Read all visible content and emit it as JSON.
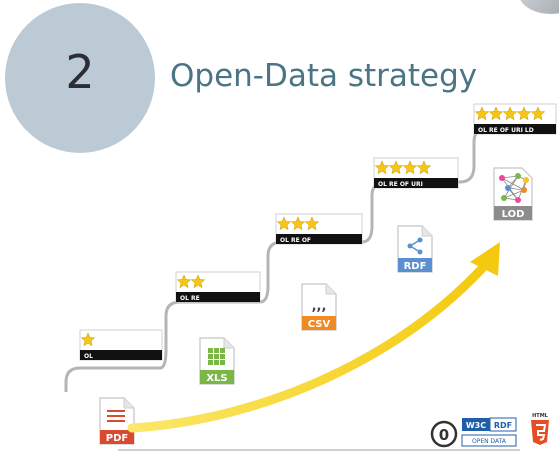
{
  "slide": {
    "number": "2",
    "title": "Open-Data strategy"
  },
  "stairs": [
    {
      "stars": 1,
      "codes": [
        "OL"
      ]
    },
    {
      "stars": 2,
      "codes": [
        "OL",
        "RE"
      ]
    },
    {
      "stars": 3,
      "codes": [
        "OL",
        "RE",
        "OF"
      ]
    },
    {
      "stars": 4,
      "codes": [
        "OL",
        "RE",
        "OF",
        "URI"
      ]
    },
    {
      "stars": 5,
      "codes": [
        "OL",
        "RE",
        "OF",
        "URI",
        "LD"
      ]
    }
  ],
  "formats": [
    "PDF",
    "XLS",
    "CSV",
    "RDF",
    "LOD"
  ],
  "badges": {
    "w3c": "W3C",
    "rdf": "RDF",
    "open_data": "OPEN DATA",
    "html": "HTML"
  },
  "colors": {
    "circle": "#bccad6",
    "title": "#4b7585",
    "pdf": "#d94a30",
    "xls": "#7ab648",
    "csv": "#f08a24",
    "rdf": "#5b8fd0",
    "lod": "#8c8c8c",
    "arrow": "#f7d21a",
    "star": "#f5c518"
  }
}
